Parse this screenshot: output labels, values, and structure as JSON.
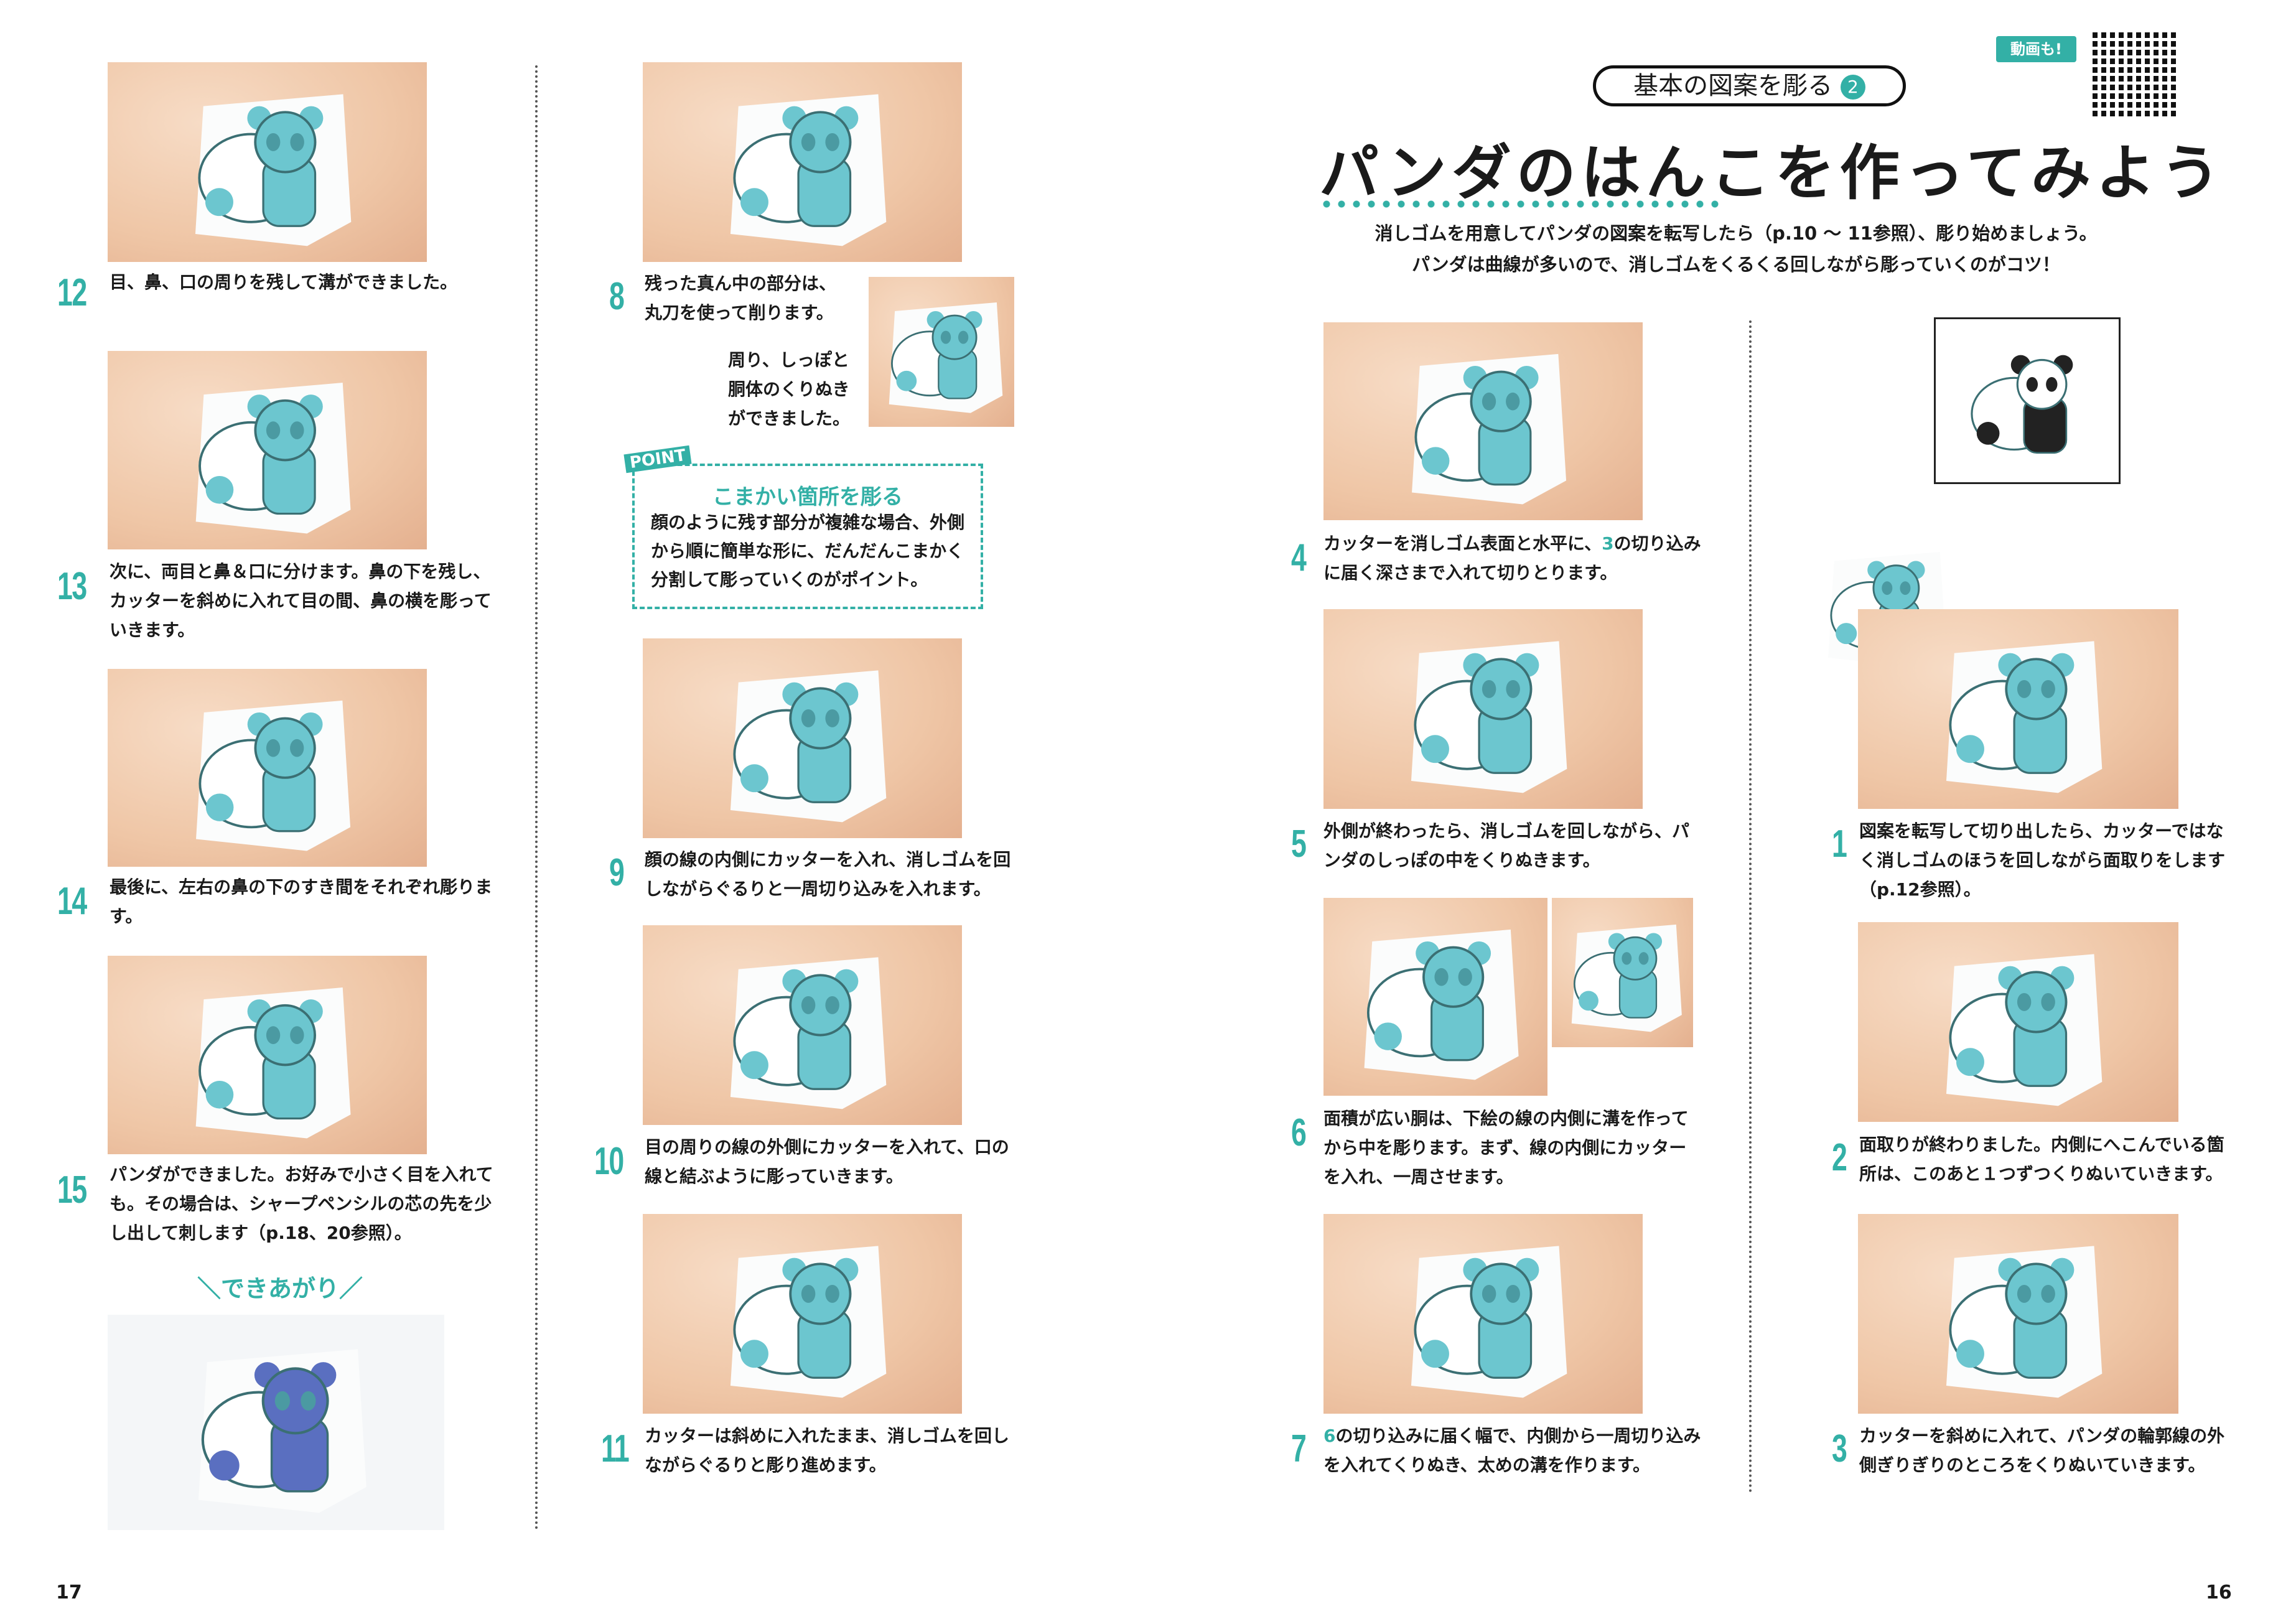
{
  "colors": {
    "accent": "#33b0a6",
    "arrow": "#d7262e",
    "text": "#1a1a1a"
  },
  "header": {
    "video_badge": "動画も!",
    "qr_icon": "qr-code-icon",
    "series_tag": "基本の図案を彫る",
    "series_number": "2",
    "title": "パンダのはんこを作ってみよう",
    "intro_line1": "消しゴムを用意してパンダの図案を転写したら（p.10 ～ 11参照）、彫り始めましょう。",
    "intro_line2": "パンダは曲線が多いので、消しゴムをくるくる回しながら彫っていくのがコツ！"
  },
  "steps": {
    "s1": {
      "number": "1",
      "text": "図案を転写して切り出したら、カッターではなく消しゴムのほうを回しながら面取りをします（p.12参照）。"
    },
    "s2": {
      "number": "2",
      "text": "面取りが終わりました。内側にへこんでいる箇所は、このあと１つずつくりぬいていきます。"
    },
    "s3": {
      "number": "3",
      "text": "カッターを斜めに入れて、パンダの輪郭線の外側ぎりぎりのところをくりぬいていきます。"
    },
    "s4": {
      "number": "4",
      "text_pre": "カッターを消しゴム表面と水平に、",
      "ref": "3",
      "text_post": "の切り込みに届く深さまで入れて切りとります。"
    },
    "s5": {
      "number": "5",
      "text": "外側が終わったら、消しゴムを回しながら、パンダのしっぽの中をくりぬきます。"
    },
    "s6": {
      "number": "6",
      "text": "面積が広い胴は、下絵の線の内側に溝を作ってから中を彫ります。まず、線の内側にカッターを入れ、一周させます。"
    },
    "s7": {
      "number": "7",
      "ref": "6",
      "text_post": "の切り込みに届く幅で、内側から一周切り込みを入れてくりぬき、太めの溝を作ります。"
    },
    "s8": {
      "number": "8",
      "text": "残った真ん中の部分は、丸刀を使って削ります。",
      "sub": "周り、しっぽと胴体のくりぬきができました。"
    },
    "s9": {
      "number": "9",
      "text": "顔の線の内側にカッターを入れ、消しゴムを回しながらぐるりと一周切り込みを入れます。"
    },
    "s10": {
      "number": "10",
      "text": "目の周りの線の外側にカッターを入れて、口の線と結ぶように彫っていきます。"
    },
    "s11": {
      "number": "11",
      "text": "カッターは斜めに入れたまま、消しゴムを回しながらぐるりと彫り進めます。"
    },
    "s12": {
      "number": "12",
      "text": "目、鼻、口の周りを残して溝ができました。"
    },
    "s13": {
      "number": "13",
      "text": "次に、両目と鼻＆口に分けます。鼻の下を残し、カッターを斜めに入れて目の間、鼻の横を彫っていきます。"
    },
    "s14": {
      "number": "14",
      "text": "最後に、左右の鼻の下のすき間をそれぞれ彫ります。"
    },
    "s15": {
      "number": "15",
      "text": "パンダができました。お好みで小さく目を入れても。その場合は、シャープペンシルの芯の先を少し出して刺します（p.18、20参照）。"
    }
  },
  "point": {
    "badge": "POINT",
    "title": "こまかい箇所を彫る",
    "body": "顔のように残す部分が複雑な場合、外側から順に簡単な形に、だんだんこまかく分割して彫っていくのがポイント。"
  },
  "finished": {
    "label": "できあがり"
  },
  "pages": {
    "left": "17",
    "right": "16"
  }
}
